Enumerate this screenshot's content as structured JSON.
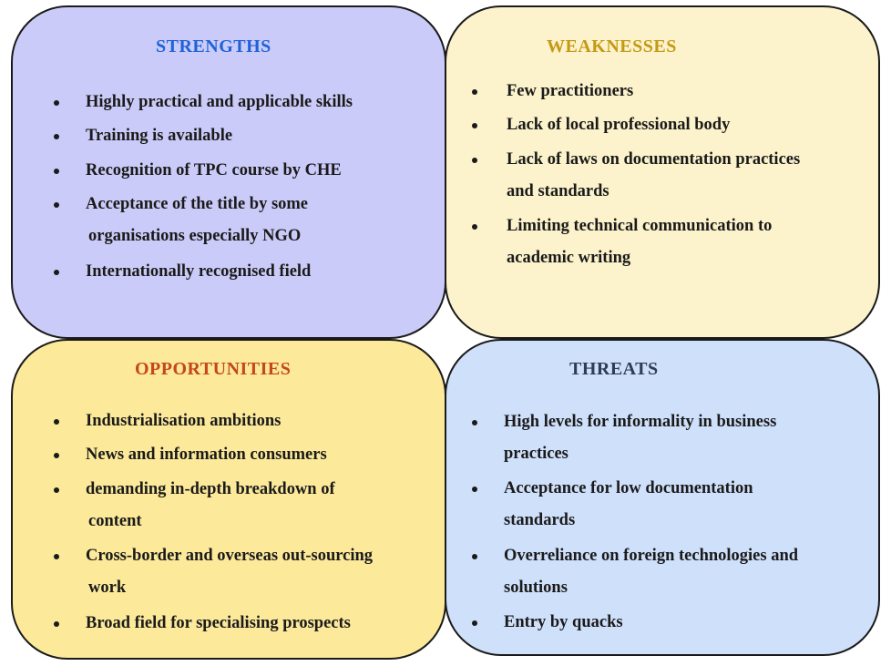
{
  "strengths": {
    "title": "STRENGTHS",
    "items": [
      {
        "lines": [
          "Highly practical and applicable skills"
        ]
      },
      {
        "lines": [
          "Training is available"
        ]
      },
      {
        "lines": [
          "Recognition of TPC course by CHE"
        ]
      },
      {
        "lines": [
          "Acceptance of the title by some",
          "organisations especially NGO"
        ]
      },
      {
        "lines": [
          "Internationally recognised field"
        ]
      }
    ]
  },
  "weaknesses": {
    "title": "WEAKNESSES",
    "items": [
      {
        "lines": [
          "Few practitioners"
        ]
      },
      {
        "lines": [
          "Lack of local professional body"
        ]
      },
      {
        "lines": [
          "Lack of laws on documentation practices",
          "and standards"
        ]
      },
      {
        "lines": [
          "Limiting technical communication to",
          "academic writing"
        ]
      }
    ]
  },
  "opportunities": {
    "title": "OPPORTUNITIES",
    "items": [
      {
        "lines": [
          "Industrialisation ambitions"
        ]
      },
      {
        "lines": [
          "News and information consumers"
        ]
      },
      {
        "lines": [
          "demanding in-depth breakdown of",
          "content"
        ]
      },
      {
        "lines": [
          "Cross-border and overseas out-sourcing",
          "work"
        ]
      },
      {
        "lines": [
          "Broad field for specialising prospects"
        ]
      }
    ]
  },
  "threats": {
    "title": "THREATS",
    "items": [
      {
        "lines": [
          "High levels for informality in business",
          "practices"
        ]
      },
      {
        "lines": [
          "Acceptance for low documentation",
          "standards"
        ]
      },
      {
        "lines": [
          "Overreliance on foreign technologies and",
          "solutions"
        ]
      },
      {
        "lines": [
          "Entry by  quacks"
        ]
      }
    ]
  }
}
